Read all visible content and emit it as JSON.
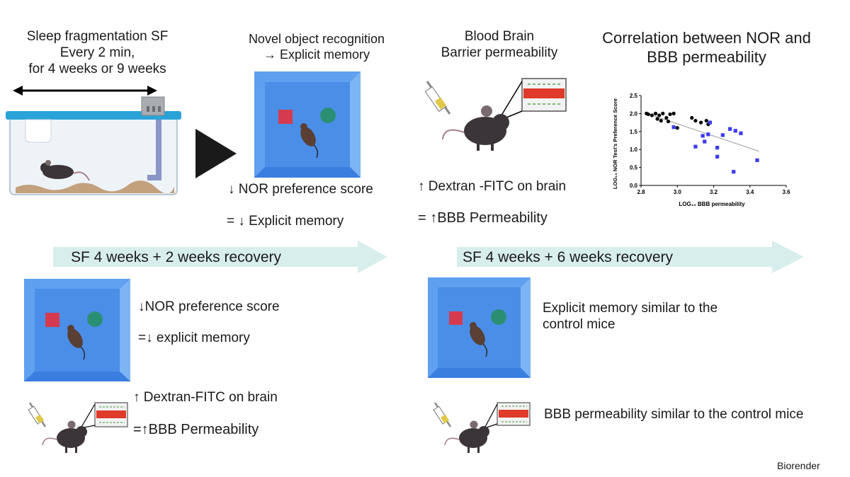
{
  "sections": {
    "sleep_fragmentation": {
      "line1": "Sleep fragmentation SF",
      "line2": "Every 2 min,",
      "line3": "for 4 weeks or 9 weeks"
    },
    "nor": {
      "line1": "Novel object recognition",
      "line2": "→ Explicit memory",
      "result1": "↓ NOR  preference score",
      "result2": "= ↓ Explicit memory"
    },
    "bbb": {
      "line1": "Blood Brain",
      "line2": "Barrier permeability",
      "result1": "↑ Dextran -FITC on  brain",
      "result2": "= ↑BBB Permeability"
    },
    "correlation": {
      "line1": "Correlation between NOR and",
      "line2": "BBB permeability"
    }
  },
  "recovery_2w": {
    "band_label": "SF 4 weeks + 2 weeks recovery",
    "nor_result1": "↓NOR  preference score",
    "nor_result2": "=↓  explicit memory",
    "bbb_result1": "↑  Dextran-FITC on brain",
    "bbb_result2": "=↑BBB Permeability"
  },
  "recovery_6w": {
    "band_label": "SF 4 weeks + 6 weeks recovery",
    "nor_line1": "Explicit memory similar to the",
    "nor_line2": "control mice",
    "bbb_result": "BBB permeability similar to the control mice"
  },
  "credit": "Biorender",
  "colors": {
    "band": "#d8eeec",
    "box_dark": "#2f6fd6",
    "box_light": "#5fa0f0",
    "box_inner": "#4a8ee8",
    "red_object": "#d63a4e",
    "green_object": "#2a8f72",
    "mouse": "#3b3438",
    "black_points": "#000000",
    "blue_points": "#3b3bf0",
    "trendline": "#999999"
  },
  "icons": [
    "double-arrow-icon",
    "cage-icon",
    "play-arrow-icon",
    "syringe-icon",
    "mouse-icon",
    "blood-vessel-icon",
    "arena-icon"
  ],
  "chart_data": {
    "type": "scatter",
    "title": "",
    "xlabel": "LOG₁₀ BBB permeability",
    "ylabel": "LOG₁₀ NOR Test's Preference Score",
    "xlim": [
      2.8,
      3.6
    ],
    "ylim": [
      0.0,
      2.5
    ],
    "xticks": [
      "2.8",
      "3.0",
      "3.2",
      "3.4",
      "3.6"
    ],
    "yticks": [
      "0.0",
      "0.5",
      "1.0",
      "1.5",
      "2.0",
      "2.5"
    ],
    "grid": false,
    "series": [
      {
        "marker": "circle",
        "color": "#000000",
        "points": [
          [
            2.83,
            2.0
          ],
          [
            2.84,
            1.98
          ],
          [
            2.86,
            1.95
          ],
          [
            2.88,
            2.0
          ],
          [
            2.89,
            1.85
          ],
          [
            2.9,
            1.95
          ],
          [
            2.91,
            1.8
          ],
          [
            2.92,
            2.0
          ],
          [
            2.94,
            1.88
          ],
          [
            2.95,
            1.78
          ],
          [
            2.96,
            1.98
          ],
          [
            2.98,
            2.0
          ],
          [
            3.0,
            1.6
          ],
          [
            3.08,
            1.88
          ],
          [
            3.1,
            1.8
          ],
          [
            3.13,
            1.75
          ],
          [
            3.16,
            1.8
          ],
          [
            3.17,
            1.7
          ]
        ]
      },
      {
        "marker": "square",
        "color": "#3b3bf0",
        "points": [
          [
            2.98,
            1.62
          ],
          [
            3.1,
            1.08
          ],
          [
            3.14,
            1.38
          ],
          [
            3.15,
            1.22
          ],
          [
            3.17,
            1.42
          ],
          [
            3.18,
            1.75
          ],
          [
            3.22,
            1.05
          ],
          [
            3.22,
            0.8
          ],
          [
            3.25,
            1.4
          ],
          [
            3.29,
            1.57
          ],
          [
            3.32,
            1.52
          ],
          [
            3.35,
            1.45
          ],
          [
            3.31,
            0.38
          ],
          [
            3.44,
            0.7
          ]
        ]
      }
    ],
    "trendline": [
      [
        2.82,
        2.02
      ],
      [
        3.45,
        0.95
      ]
    ]
  }
}
